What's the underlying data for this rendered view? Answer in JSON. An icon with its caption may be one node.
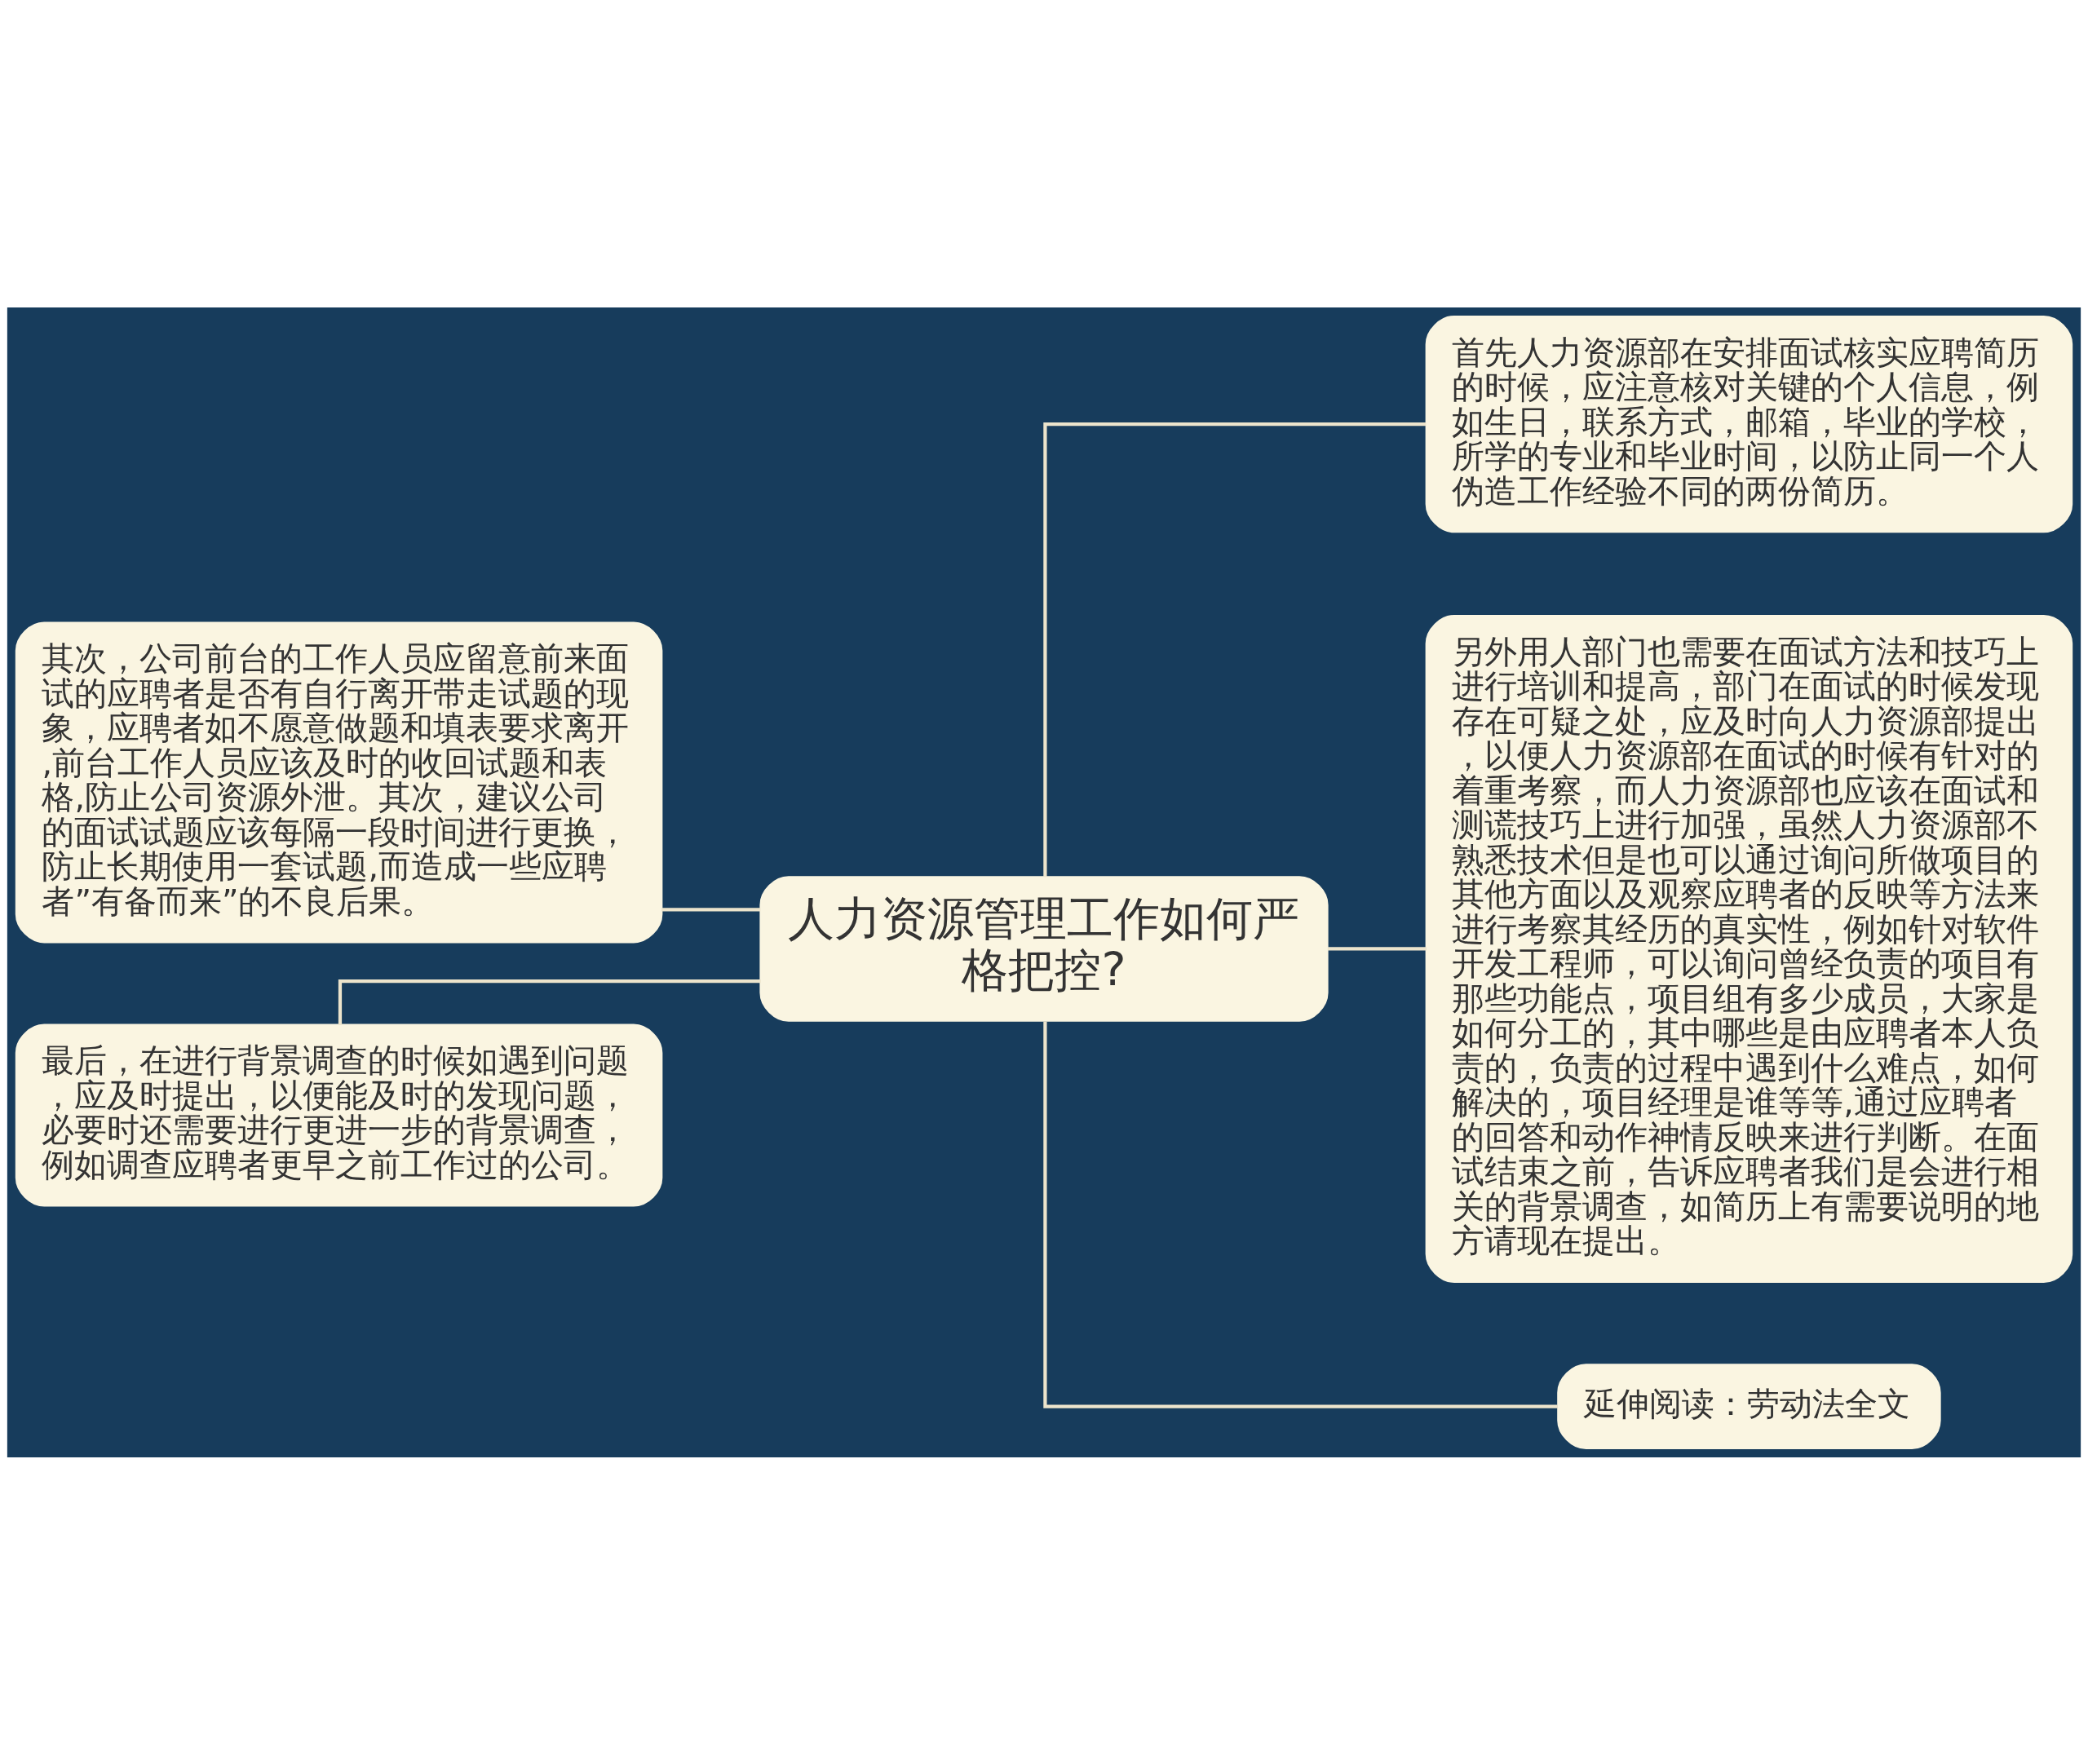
{
  "diagram": {
    "nodes": [
      {
        "text": [
          "人力资源管理工作如何严格把控?"
        ]
      },
      {
        "text": [
          "其次，公司前台的工作人员应留意前来面试的应聘者是否有自行离开带走试题的现象，应聘者如不愿意做题和填表要求离开,前台工作人员应该及时的收回试题和表格,防止公司资源外泄。其次，建议公司的面试试题应该每隔一段时间进行更换，防止长期使用一套试题,而造成一些应聘者”有备而来”的不良后果。"
        ]
      },
      {
        "text": [
          "最后，在进行背景调查的时候如遇到问题，应及时提出，以便能及时的发现问题，必要时还需要进行更进一步的背景调查，例如调查应聘者更早之前工作过的公司。"
        ]
      },
      {
        "text": [
          "首先人力资源部在安排面试核实应聘简历的时候，应注意核对关键的个人信息，例如生日，联系方式，邮箱，毕业的学校，所学的专业和毕业时间，以防止同一个人伪造工作经验不同的两份简历。"
        ]
      },
      {
        "text": [
          "另外用人部门也需要在面试方法和技巧上进行培训和提高，部门在面试的时候发现存在可疑之处，应及时向人力资源部提出，以便人力资源部在面试的时候有针对的着重考察，而人力资源部也应该在面试和测谎技巧上进行加强，虽然人力资源部不熟悉技术但是也可以通过询问所做项目的其他方面以及观察应聘者的反映等方法来进行考察其经历的真实性，例如针对软件开发工程师，可以询问曾经负责的项目有那些功能点，项目组有多少成员，大家是如何分工的，其中哪些是由应聘者本人负责的，负责的过程中遇到什么难点，如何解决的，项目经理是谁等等,通过应聘者的回答和动作神情反映来进行判断。在面试结束之前，告诉应聘者我们是会进行相关的背景调查，如简历上有需要说明的地方请现在提出。"
        ]
      },
      {
        "text": [
          "延伸阅读：劳动法全文"
        ]
      }
    ],
    "edges": [
      {
        "from": 1,
        "to": 0,
        "arrow": "none"
      },
      {
        "from": 2,
        "to": 0,
        "arrow": "none"
      },
      {
        "from": 0,
        "to": 3,
        "arrow": "none"
      },
      {
        "from": 0,
        "to": 4,
        "arrow": "none"
      },
      {
        "from": 0,
        "to": 5,
        "arrow": "none"
      }
    ]
  }
}
